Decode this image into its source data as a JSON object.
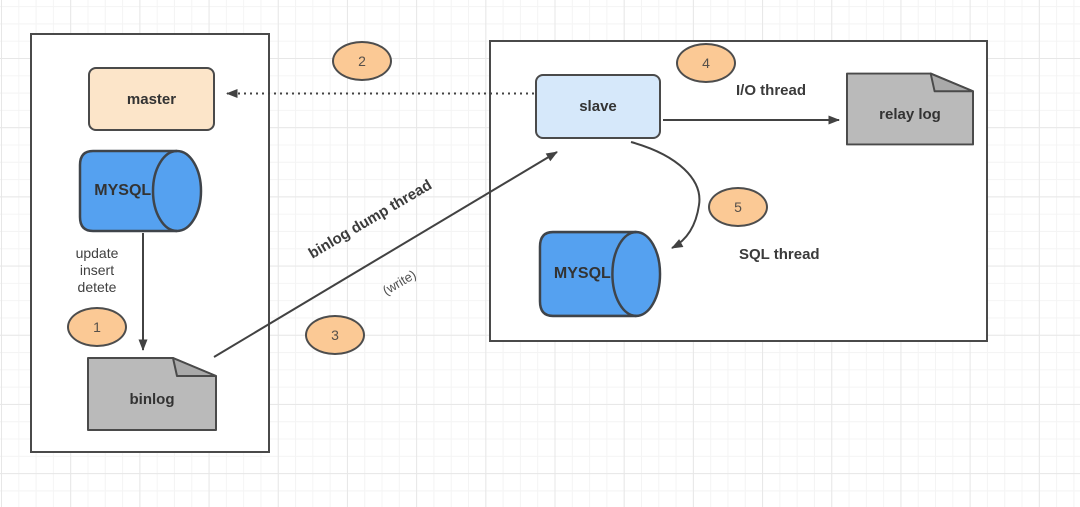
{
  "canvas": {
    "background": "#ffffff",
    "grid_minor_color": "#f4f4f4",
    "grid_major_color": "#e7e7e7"
  },
  "palette": {
    "node_stroke": "#4a4a4a",
    "edge_color": "#424242",
    "master_fill": "#fce5c9",
    "slave_fill": "#d6e8fa",
    "mysql_cylinder_fill": "#55a1f0",
    "document_fill": "#bababa",
    "document_fold_fill": "#a9a9a9",
    "badge_fill": "#fbc995"
  },
  "nodes": {
    "master": "master",
    "master_mysql": "MYSQL",
    "binlog": "binlog",
    "slave": "slave",
    "relay_log": "relay log",
    "slave_mysql": "MYSQL"
  },
  "steps": [
    "1",
    "2",
    "3",
    "4",
    "5"
  ],
  "labels": {
    "operations": "update\ninsert\ndetete",
    "binlog_dump_thread": "binlog dump thread",
    "write": "(write)",
    "io_thread": "I/O thread",
    "sql_thread": "SQL thread"
  }
}
